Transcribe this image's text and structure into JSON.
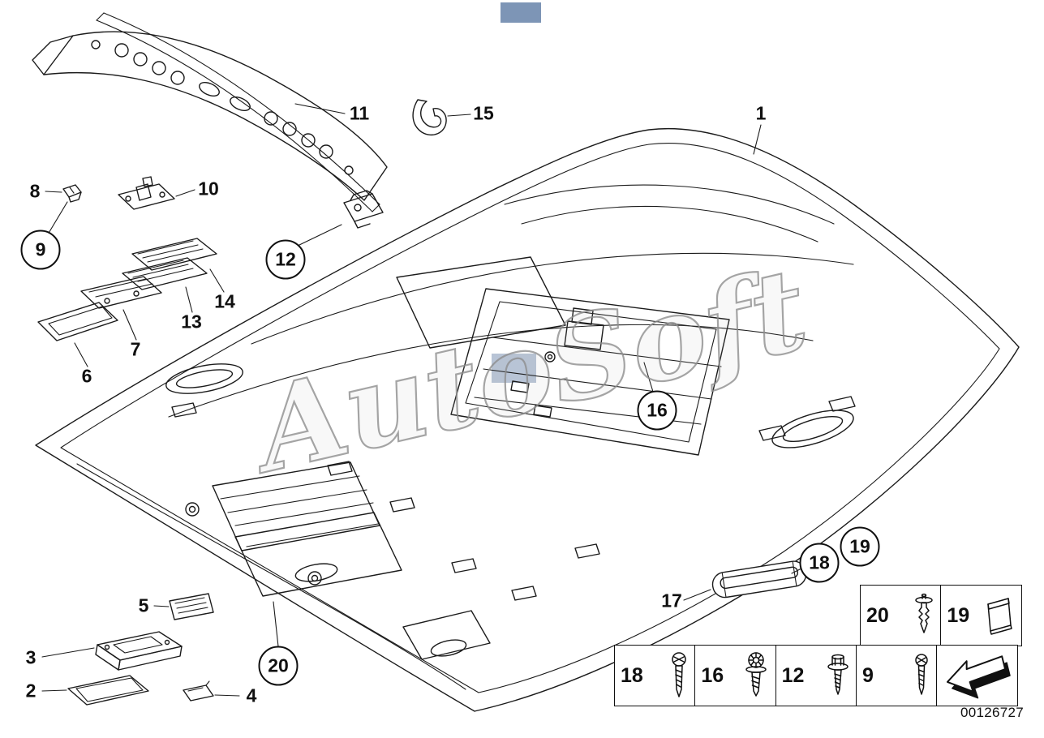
{
  "watermark": {
    "text": "AutoSoft"
  },
  "part_number": "00126727",
  "callouts": {
    "1": "1",
    "2": "2",
    "3": "3",
    "4": "4",
    "5": "5",
    "6": "6",
    "7": "7",
    "8": "8",
    "9": "9",
    "10": "10",
    "11": "11",
    "12": "12",
    "13": "13",
    "14": "14",
    "15": "15",
    "16": "16",
    "17": "17",
    "18": "18",
    "19": "19",
    "20": "20"
  },
  "legend": {
    "rows": [
      {
        "cells": [
          {
            "label": "20",
            "icon": "expansion-rivet-icon"
          },
          {
            "label": "19",
            "icon": "clamp-plate-icon"
          }
        ]
      },
      {
        "cells": [
          {
            "label": "18",
            "icon": "pan-head-screw-icon"
          },
          {
            "label": "16",
            "icon": "torx-screw-washer-icon"
          },
          {
            "label": "12",
            "icon": "hex-flange-bolt-icon"
          },
          {
            "label": "9",
            "icon": "tapping-screw-icon"
          },
          {
            "label": "",
            "icon": "front-direction-arrow-icon"
          }
        ]
      }
    ]
  }
}
